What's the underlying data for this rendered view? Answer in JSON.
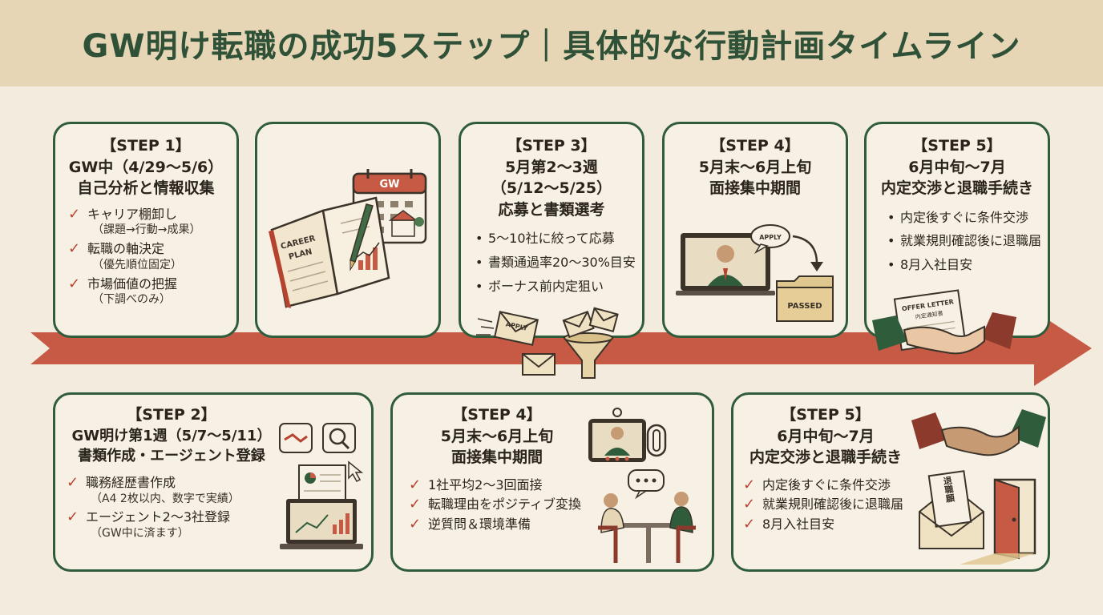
{
  "title": "GW明け転職の成功5ステップ｜具体的な行動計画タイムライン",
  "colors": {
    "header_bg": "#e7d6b6",
    "accent_green": "#2f5c3b",
    "arrow_red": "#c65a45",
    "check_red": "#b5432f",
    "background": "#f3ecde"
  },
  "step1": {
    "step": "【STEP 1】",
    "period": "GW中（4/29〜5/6）",
    "heading": "自己分析と情報収集",
    "items": [
      {
        "text": "キャリア棚卸し",
        "note": "（課題→行動→成果）"
      },
      {
        "text": "転職の軸決定",
        "note": "（優先順位固定）"
      },
      {
        "text": "市場価値の把握",
        "note": "（下調べのみ）"
      }
    ]
  },
  "illustration_top": {
    "calendar_label": "GW",
    "notebook_label_1": "CAREER",
    "notebook_label_2": "PLAN"
  },
  "step3": {
    "step": "【STEP 3】",
    "period": "5月第2〜3週",
    "period2": "（5/12〜5/25）",
    "heading": "応募と書類選考",
    "items": [
      "5〜10社に絞って応募",
      "書類通過率20〜30%目安",
      "ボーナス前内定狙い"
    ],
    "envelope_label": "APPLY"
  },
  "step4_top": {
    "step": "【STEP 4】",
    "period": "5月末〜6月上旬",
    "heading": "面接集中期間",
    "bubble_label": "APPLY",
    "folder_label": "PASSED"
  },
  "step5_top": {
    "step": "【STEP 5】",
    "period": "6月中旬〜7月",
    "heading": "内定交渉と退職手続き",
    "items": [
      "内定後すぐに条件交渉",
      "就業規則確認後に退職届",
      "8月入社目安"
    ],
    "letter_label": "OFFER LETTER",
    "letter_sub": "内定通知書"
  },
  "step2": {
    "step": "【STEP 2】",
    "period": "GW明け第1週（5/7〜5/11）",
    "heading": "書類作成・エージェント登録",
    "items": [
      {
        "text": "職務経歴書作成",
        "note": "（A4 2枚以内、数字で実績）"
      },
      {
        "text": "エージェント2〜3社登録",
        "note": "（GW中に済ます）"
      }
    ]
  },
  "step4_bottom": {
    "step": "【STEP 4】",
    "period": "5月末〜6月上旬",
    "heading": "面接集中期間",
    "items": [
      "1社平均2〜3回面接",
      "転職理由をポジティブ変換",
      "逆質問＆環境準備"
    ]
  },
  "step5_bottom": {
    "step": "【STEP 5】",
    "period": "6月中旬〜7月",
    "heading": "内定交渉と退職手続き",
    "items": [
      "内定後すぐに条件交渉",
      "就業規則確認後に退職届",
      "8月入社目安"
    ],
    "resign_label": "退職願"
  }
}
